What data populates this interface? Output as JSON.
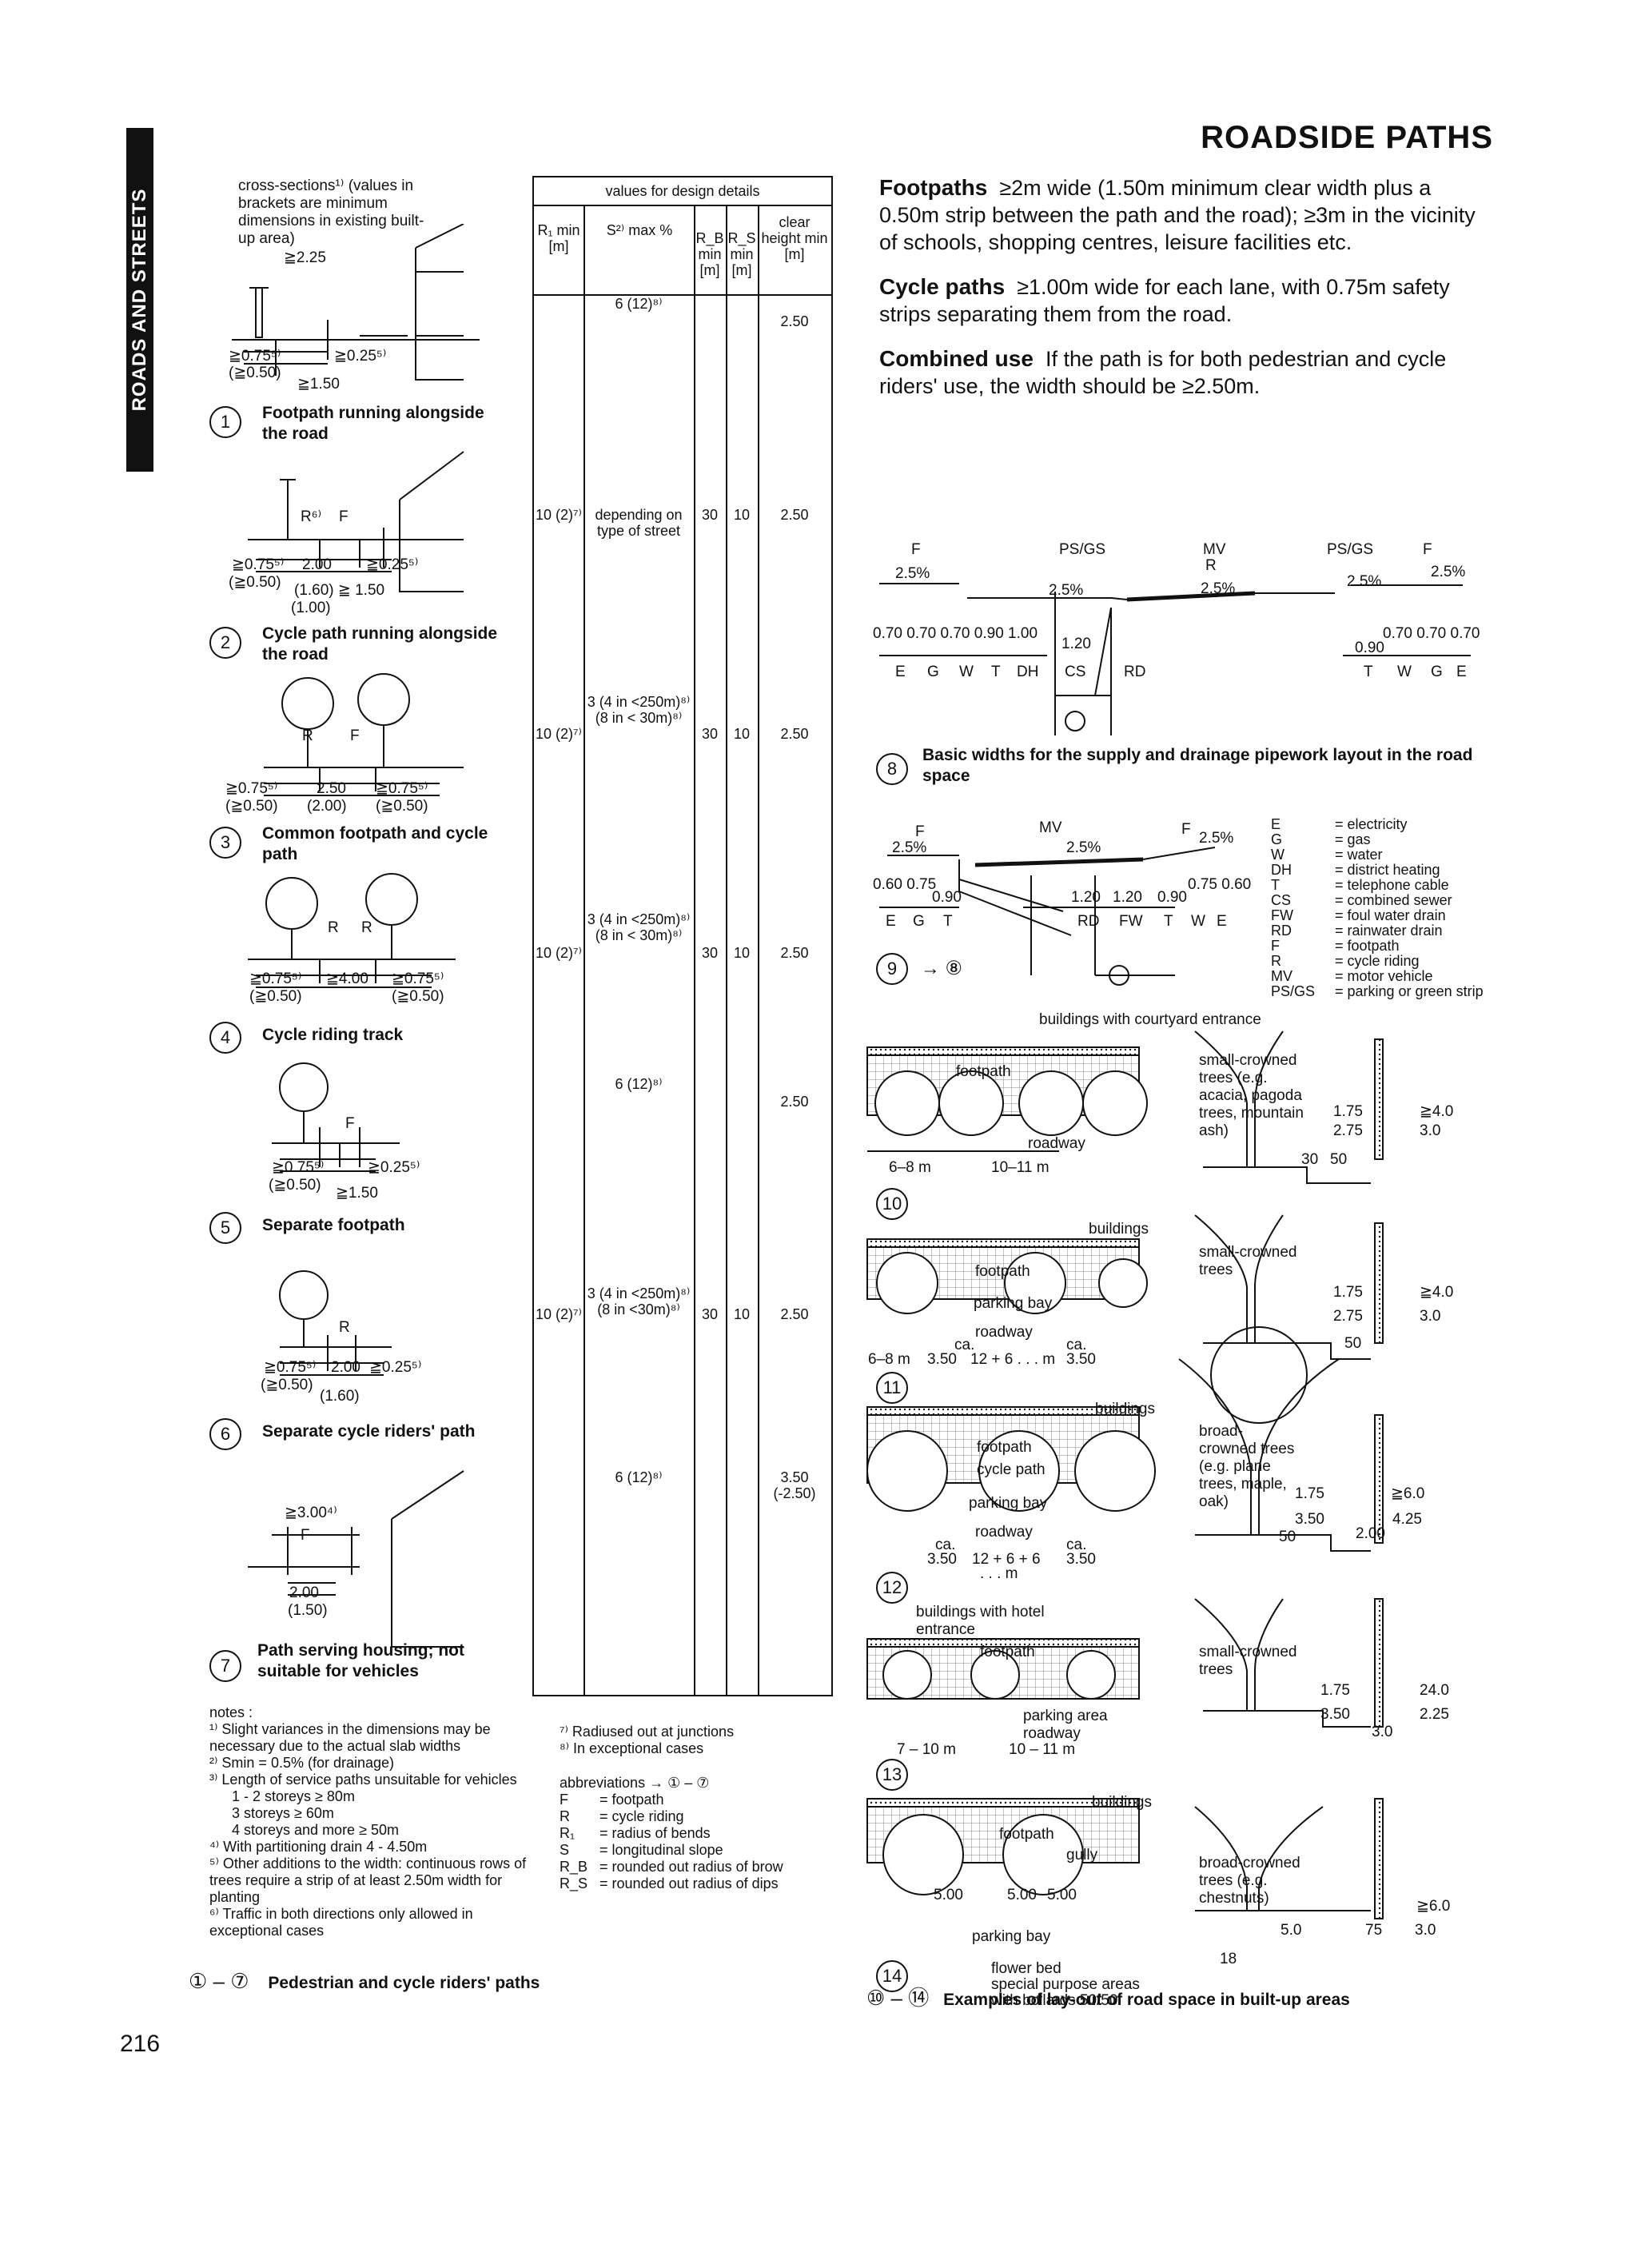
{
  "side_tab": "ROADS AND STREETS",
  "page_title": "ROADSIDE PATHS",
  "page_number": "216",
  "intro": {
    "footpaths_term": "Footpaths",
    "footpaths_text": "≥2m wide (1.50m minimum clear width plus a 0.50m strip between the path and the road); ≥3m in the vicinity of schools, shopping centres, leisure facilities etc.",
    "cycle_term": "Cycle paths",
    "cycle_text": "≥1.00m wide for each lane, with 0.75m safety strips separating them from the road.",
    "combined_term": "Combined use",
    "combined_text": "If the path is for both pedestrian and cycle riders' use, the width should be ≥2.50m."
  },
  "cross_sections_note": "cross-sections¹⁾ (values in brackets are minimum dimensions in existing built-up area)",
  "table": {
    "group_header": "values for design details",
    "headers": [
      "R₁ min [m]",
      "S²⁾ max %",
      "R_B min [m]",
      "R_S min [m]",
      "clear height min [m]"
    ],
    "rows": [
      {
        "r1": "",
        "s": "6 (12)⁸⁾",
        "rb": "",
        "rs": "",
        "h": "2.50"
      },
      {
        "r1": "10 (2)⁷⁾",
        "s": "depending on type of street",
        "rb": "30",
        "rs": "10",
        "h": "2.50"
      },
      {
        "r1": "10 (2)⁷⁾",
        "s": "3 (4 in <250m)⁸⁾ (8 in < 30m)⁸⁾",
        "rb": "30",
        "rs": "10",
        "h": "2.50"
      },
      {
        "r1": "10 (2)⁷⁾",
        "s": "3 (4 in <250m)⁸⁾ (8 in < 30m)⁸⁾",
        "rb": "30",
        "rs": "10",
        "h": "2.50"
      },
      {
        "r1": "",
        "s": "6 (12)⁸⁾",
        "rb": "",
        "rs": "",
        "h": "2.50"
      },
      {
        "r1": "10 (2)⁷⁾",
        "s": "3 (4 in <250m)⁸⁾ (8 in <30m)⁸⁾",
        "rb": "30",
        "rs": "10",
        "h": "2.50"
      },
      {
        "r1": "",
        "s": "6 (12)⁸⁾",
        "rb": "",
        "rs": "",
        "h": "3.50 (-2.50)"
      }
    ]
  },
  "figures": {
    "f1": {
      "num": "1",
      "caption": "Footpath running alongside the road"
    },
    "f2": {
      "num": "2",
      "caption": "Cycle path running alongside the road"
    },
    "f3": {
      "num": "3",
      "caption": "Common footpath and cycle path"
    },
    "f4": {
      "num": "4",
      "caption": "Cycle riding track"
    },
    "f5": {
      "num": "5",
      "caption": "Separate footpath"
    },
    "f6": {
      "num": "6",
      "caption": "Separate cycle riders' path"
    },
    "f7": {
      "num": "7",
      "caption": "Path serving housing; not suitable for vehicles"
    },
    "f8": {
      "num": "8",
      "caption": "Basic widths for the supply and drainage pipework layout in the road space"
    },
    "f9": {
      "num": "9",
      "ref": "→ ⑧"
    }
  },
  "dims": {
    "f1": [
      "≧2.25",
      "≧0.75⁵⁾",
      "(≧0.50)",
      "≧0.25⁵⁾",
      "≧1.50"
    ],
    "f2": [
      "R⁶⁾",
      "F",
      "≧0.75⁵⁾",
      "2.00",
      "(≧0.50)",
      "≧0.25⁵⁾",
      "(1.60) ≧ 1.50",
      "(1.00)"
    ],
    "f3": [
      "R",
      "F",
      "≧0.75⁵⁾",
      "2.50",
      "≧0.75⁵⁾",
      "(≧0.50)",
      "(2.00)",
      "(≧0.50)"
    ],
    "f4": [
      "R",
      "R",
      "≧0.75⁵⁾",
      "≧4.00",
      "≧0.75⁵⁾",
      "(≧0.50)",
      "(≧0.50)"
    ],
    "f5": [
      "F",
      "≧0.75⁵⁾",
      "≧0.25⁵⁾",
      "(≧0.50)",
      "≧1.50"
    ],
    "f6": [
      "R",
      "≧0.75⁵⁾",
      "2.00",
      "≧0.25⁵⁾",
      "(≧0.50)",
      "(1.60)"
    ],
    "f7": [
      "≧3.00⁴⁾",
      "F",
      "2.00",
      "(1.50)"
    ],
    "f8": [
      "F",
      "PS/GS",
      "MV",
      "R",
      "PS/GS",
      "F",
      "2.5%",
      "2.5%",
      "2.5%",
      "2.5%",
      "2.5%",
      "0.70 0.70 0.70 0.90 1.00",
      "1.20",
      "0.70 0.70 0.70",
      "0.90",
      "E",
      "G",
      "W",
      "T",
      "DH",
      "CS",
      "RD",
      "T",
      "W",
      "G",
      "E"
    ],
    "f9": [
      "F",
      "MV",
      "F",
      "2.5%",
      "2.5%",
      "2.5%",
      "0.60 0.75",
      "0.90",
      "1.20",
      "1.20",
      "0.90",
      "0.75 0.60",
      "E",
      "G",
      "T",
      "RD",
      "FW",
      "T",
      "W",
      "E"
    ]
  },
  "legend": [
    [
      "E",
      "= electricity"
    ],
    [
      "G",
      "= gas"
    ],
    [
      "W",
      "= water"
    ],
    [
      "DH",
      "= district heating"
    ],
    [
      "T",
      "= telephone cable"
    ],
    [
      "CS",
      "= combined sewer"
    ],
    [
      "FW",
      "= foul water drain"
    ],
    [
      "RD",
      "= rainwater drain"
    ],
    [
      "F",
      "= footpath"
    ],
    [
      "R",
      "= cycle riding"
    ],
    [
      "MV",
      "= motor vehicle"
    ],
    [
      "PS/GS",
      "= parking or green strip"
    ]
  ],
  "layouts": {
    "l10": {
      "num": "10",
      "top_label": "buildings with courtyard entrance",
      "labels": [
        "footpath",
        "roadway",
        "6–8 m",
        "10–11 m"
      ],
      "tree": "small-crowned trees (e.g. acacia, pagoda trees, mountain ash)",
      "dims": [
        "1.75",
        "≧4.0",
        "2.75",
        "3.0",
        "50",
        "30"
      ]
    },
    "l11": {
      "num": "11",
      "top_label": "buildings",
      "labels": [
        "footpath",
        "parking bay",
        "roadway",
        "ca.",
        "ca.",
        "6–8 m",
        "3.50",
        "12 + 6 . . . m",
        "3.50"
      ],
      "tree": "small-crowned trees",
      "dims": [
        "1.75",
        "≧4.0",
        "2.75",
        "3.0",
        "50"
      ]
    },
    "l12": {
      "num": "12",
      "top_label": "buildings",
      "labels": [
        "footpath",
        "cycle path",
        "parking bay",
        "roadway",
        "ca.",
        "ca.",
        "3.50",
        "12 + 6 + 6",
        ". . . m",
        "3.50"
      ],
      "tree": "broad-crowned trees (e.g. plane trees, maple, oak)",
      "dims": [
        "1.75",
        "≧6.0",
        "3.50",
        "4.25",
        "2.00",
        "50"
      ]
    },
    "l13": {
      "num": "13",
      "top_label": "buildings with hotel entrance",
      "labels": [
        "footpath",
        "parking area",
        "roadway",
        "7 – 10 m",
        "10 – 11 m"
      ],
      "tree": "small-crowned trees",
      "dims": [
        "1.75",
        "24.0",
        "3.50",
        "2.25",
        "3.0"
      ]
    },
    "l14": {
      "num": "14",
      "top_label": "buildings",
      "labels": [
        "footpath",
        "gully",
        "5.00",
        "5.00",
        "5.00",
        "parking bay",
        "flower bed",
        "special purpose areas",
        "with bollards 50/50"
      ],
      "tree": "broad-crowned trees (e.g. chestnuts)",
      "dims": [
        "≧6.0",
        "5.0",
        "75",
        "3.0",
        "18"
      ]
    }
  },
  "notes": {
    "title": "notes :",
    "items": [
      "¹⁾ Slight variances in the dimensions may be necessary due to the actual slab widths",
      "²⁾ Smin = 0.5% (for drainage)",
      "³⁾ Length of service paths unsuitable for vehicles",
      "1 - 2 storeys ≥ 80m",
      "3 storeys ≥ 60m",
      "4 storeys and more ≥ 50m",
      "⁴⁾ With partitioning drain 4 - 4.50m",
      "⁵⁾ Other additions to the width: continuous rows of trees require a strip of at least 2.50m width for planting",
      "⁶⁾ Traffic in both directions only allowed in exceptional cases"
    ],
    "items_right": [
      "⁷⁾ Radiused out at junctions",
      "⁸⁾ In exceptional cases"
    ]
  },
  "abbreviations": {
    "title": "abbreviations → ① – ⑦",
    "items": [
      [
        "F",
        "= footpath"
      ],
      [
        "R",
        "= cycle riding"
      ],
      [
        "R₁",
        "= radius of bends"
      ],
      [
        "S",
        "= longitudinal slope"
      ],
      [
        "R_B",
        "= rounded out radius of brow"
      ],
      [
        "R_S",
        "= rounded out radius of dips"
      ]
    ]
  },
  "bottom_captions": {
    "left_nums": "① – ⑦",
    "left": "Pedestrian and cycle riders' paths",
    "right_nums": "⑩ – ⑭",
    "right": "Examples of lay-out of road space in built-up areas"
  }
}
